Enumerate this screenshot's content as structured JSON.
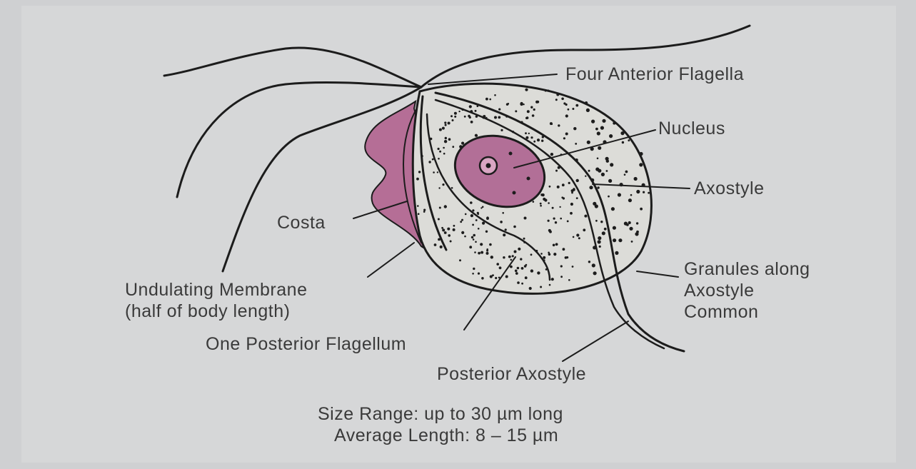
{
  "labels": {
    "anterior_flagella": "Four Anterior Flagella",
    "nucleus": "Nucleus",
    "axostyle": "Axostyle",
    "costa": "Costa",
    "granules_line1": "Granules along",
    "granules_line2": "Axostyle",
    "granules_line3": "Common",
    "undulating_line1": "Undulating Membrane",
    "undulating_line2": "(half of body length)",
    "posterior_flagellum": "One Posterior Flagellum",
    "posterior_axostyle": "Posterior Axostyle",
    "size_range": "Size Range: up to 30 µm long",
    "average_length": "Average Length: 8 – 15 µm"
  },
  "colors": {
    "background": "#cfd0d2",
    "body_fill": "#dcdcd8",
    "membrane": "#b56e96",
    "nucleus": "#b26f97",
    "ink": "#1c1c1c",
    "text": "#3a3a3a"
  }
}
